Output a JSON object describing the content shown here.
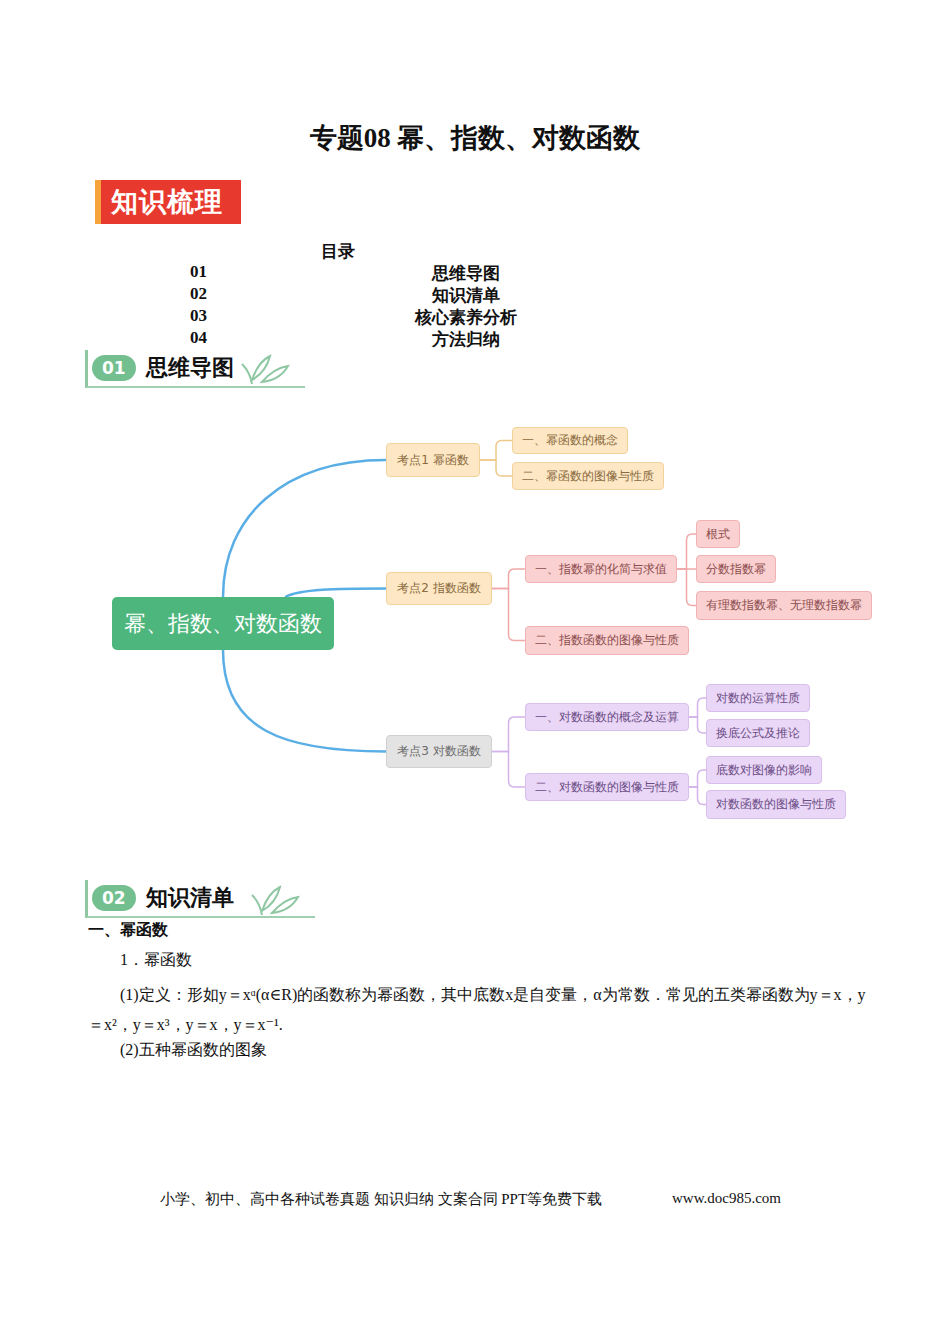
{
  "diagram": {
    "title": "专题08 幂、指数、对数函数",
    "nodes": [
      {
        "text": [
          "知识梳理"
        ]
      },
      {
        "text": [
          "01",
          "思维导图"
        ]
      },
      {
        "text": [
          "幂、指数、对数函数"
        ]
      },
      {
        "text": [
          "考点1 幂函数"
        ]
      },
      {
        "text": [
          "一、幂函数的概念"
        ]
      },
      {
        "text": [
          "二、幂函数的图像与性质"
        ]
      },
      {
        "text": [
          "考点2 指数函数"
        ]
      },
      {
        "text": [
          "一、指数幂的化简与求值"
        ]
      },
      {
        "text": [
          "根式"
        ]
      },
      {
        "text": [
          "分数指数幂"
        ]
      },
      {
        "text": [
          "有理数指数幂、无理数指数幂"
        ]
      },
      {
        "text": [
          "二、指数函数的图像与性质"
        ]
      },
      {
        "text": [
          "考点3 对数函数"
        ]
      },
      {
        "text": [
          "一、对数函数的概念及运算"
        ]
      },
      {
        "text": [
          "对数的运算性质"
        ]
      },
      {
        "text": [
          "换底公式及推论"
        ]
      },
      {
        "text": [
          "二、对数函数的图像与性质"
        ]
      },
      {
        "text": [
          "底数对图像的影响"
        ]
      },
      {
        "text": [
          "对数函数的图像与性质"
        ]
      },
      {
        "text": [
          "02",
          "知识清单"
        ]
      }
    ],
    "edges": [
      {
        "from": 2,
        "to": 3,
        "arrow": "none"
      },
      {
        "from": 2,
        "to": 6,
        "arrow": "none"
      },
      {
        "from": 2,
        "to": 12,
        "arrow": "none"
      },
      {
        "from": 3,
        "to": 4,
        "arrow": "none"
      },
      {
        "from": 3,
        "to": 5,
        "arrow": "none"
      },
      {
        "from": 6,
        "to": 7,
        "arrow": "none"
      },
      {
        "from": 6,
        "to": 11,
        "arrow": "none"
      },
      {
        "from": 7,
        "to": 8,
        "arrow": "none"
      },
      {
        "from": 7,
        "to": 9,
        "arrow": "none"
      },
      {
        "from": 7,
        "to": 10,
        "arrow": "none"
      },
      {
        "from": 12,
        "to": 13,
        "arrow": "none"
      },
      {
        "from": 12,
        "to": 16,
        "arrow": "none"
      },
      {
        "from": 13,
        "to": 14,
        "arrow": "none"
      },
      {
        "from": 13,
        "to": 15,
        "arrow": "none"
      },
      {
        "from": 16,
        "to": 17,
        "arrow": "none"
      },
      {
        "from": 16,
        "to": 18,
        "arrow": "none"
      }
    ],
    "labels": [
      "目录",
      "01",
      "思维导图",
      "02",
      "知识清单",
      "03",
      "核心素养分析",
      "04",
      "方法归纳",
      "一、幂函数",
      "1．幂函数",
      "(1)定义：形如y＝xᵅ(α∈R)的函数称为幂函数，其中底数x是自变量，α为常数．常见的五类幂函数为y＝x，y＝x²，y＝x³，y＝x，y＝x⁻¹.",
      "(2)五种幂函数的图象",
      "小学、初中、高中各种试卷真题 知识归纳 文案合同 PPT等免费下载",
      "www.doc985.com"
    ]
  }
}
